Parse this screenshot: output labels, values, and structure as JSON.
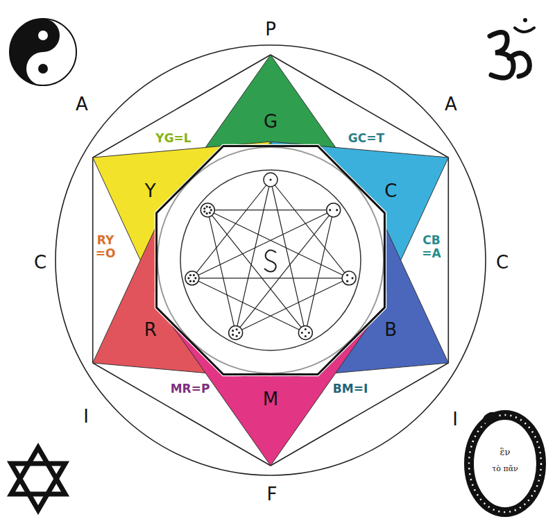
{
  "diagram": {
    "nodes": [
      {
        "text": [
          "G"
        ]
      },
      {
        "text": [
          "Y"
        ]
      },
      {
        "text": [
          "C"
        ]
      },
      {
        "text": [
          "R"
        ]
      },
      {
        "text": [
          "B"
        ]
      },
      {
        "text": [
          "M"
        ]
      }
    ],
    "labels": [
      "P",
      "A",
      "A",
      "C",
      "C",
      "I",
      "I",
      "F",
      "YG=L",
      "GC=T",
      "RY =O",
      "CB =A",
      "MR=P",
      "BM=I",
      "ἓν",
      "τὸ πᾶν"
    ]
  }
}
